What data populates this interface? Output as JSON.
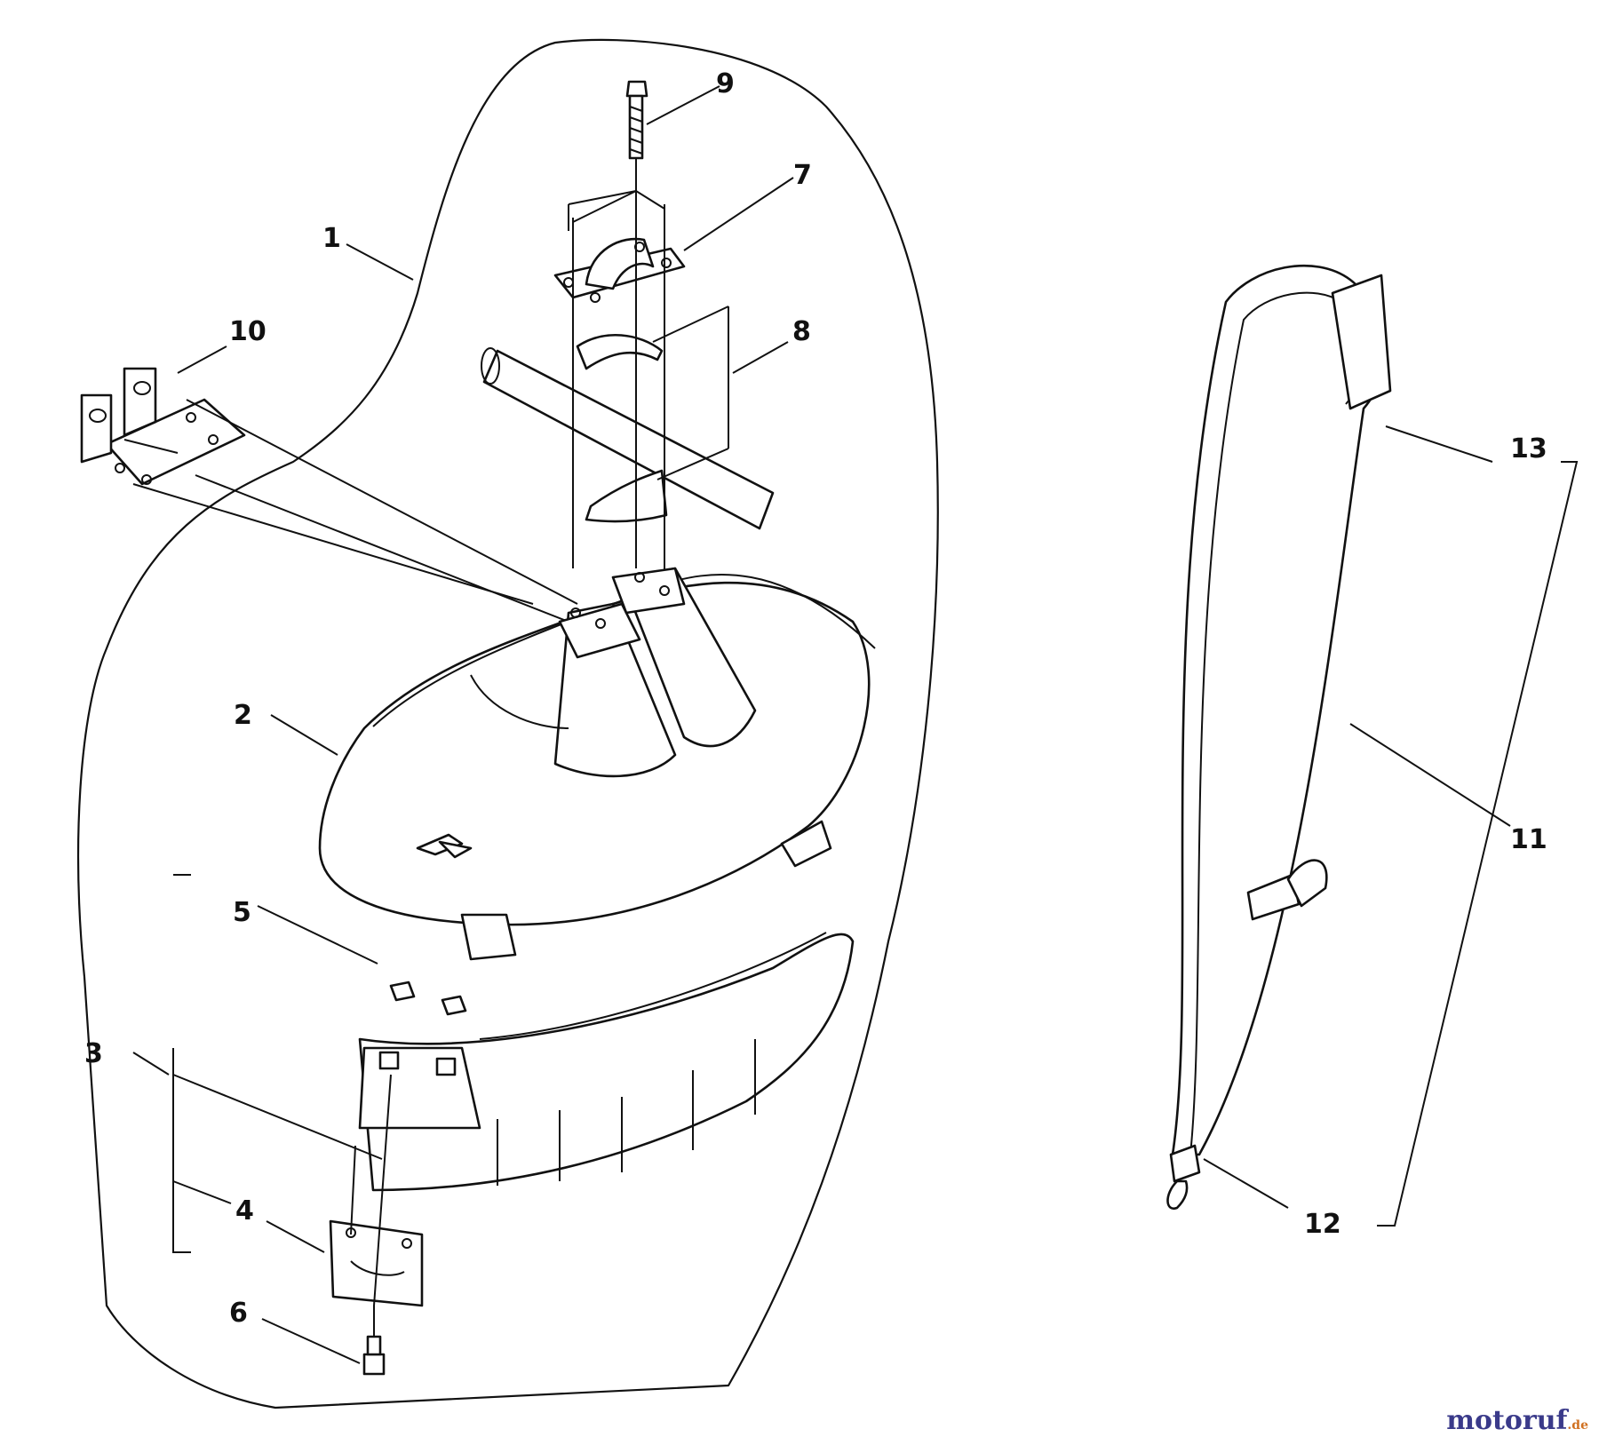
{
  "callouts": {
    "c1": "1",
    "c2": "2",
    "c3": "3",
    "c4": "4",
    "c5": "5",
    "c6": "6",
    "c7": "7",
    "c8": "8",
    "c9": "9",
    "c10": "10",
    "c11": "11",
    "c12": "12",
    "c13": "13"
  },
  "watermark": {
    "text": "motoruf",
    "suffix": ".de",
    "color": "#3a3a8a",
    "accent": "#d07020"
  }
}
